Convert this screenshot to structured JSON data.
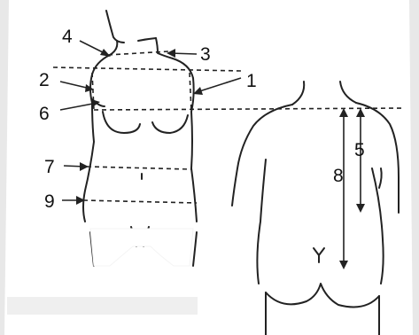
{
  "diagram": {
    "labels": {
      "m1": "1",
      "m2": "2",
      "m3": "3",
      "m4": "4",
      "m5": "5",
      "m6": "6",
      "m7": "7",
      "m8": "8",
      "m9": "9"
    },
    "colors": {
      "paper": "#ffffff",
      "background": "#e8e8e8",
      "ink": "#222222"
    }
  }
}
